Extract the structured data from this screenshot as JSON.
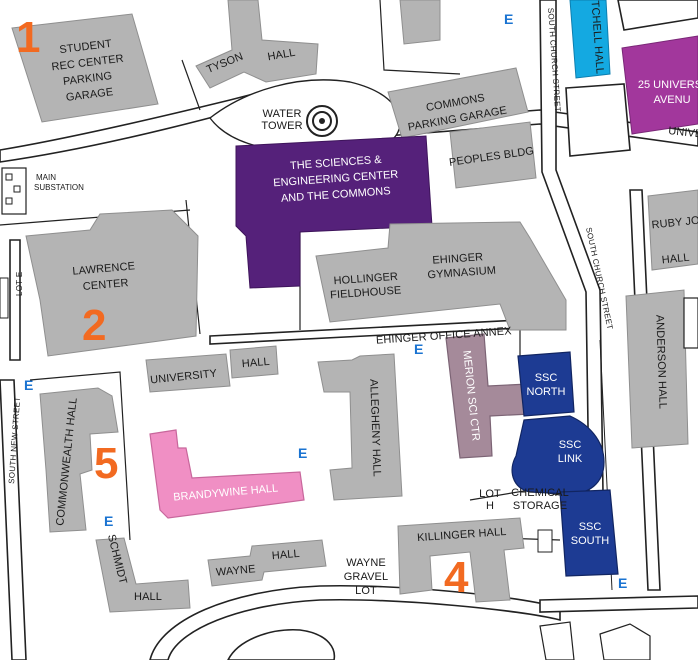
{
  "buildings": {
    "student_rec_parking": [
      "STUDENT",
      "REC CENTER",
      "PARKING",
      "GARAGE"
    ],
    "tyson_hall": [
      "TYSON",
      "HALL"
    ],
    "water_tower": [
      "WATER",
      "TOWER"
    ],
    "commons_garage": [
      "COMMONS",
      "PARKING GARAGE"
    ],
    "mitchell_hall": "ITCHELL HALL",
    "university_avenue_25": [
      "25 UNIVERS",
      "AVENU"
    ],
    "main_substation": [
      "MAIN",
      "SUBSTATION"
    ],
    "sciences_center": [
      "THE SCIENCES &",
      "ENGINEERING CENTER",
      "AND THE COMMONS"
    ],
    "peoples_bldg": "PEOPLES BLDG",
    "ruby_jones": [
      "RUBY JO",
      "HALL"
    ],
    "lawrence_center": [
      "LAWRENCE",
      "CENTER"
    ],
    "hollinger": [
      "HOLLINGER",
      "FIELDHOUSE"
    ],
    "ehinger_gym": [
      "EHINGER",
      "GYMNASIUM"
    ],
    "ehinger_annex": "EHINGER OFFICE ANNEX",
    "lot_e": "LOT E",
    "university_hall": [
      "UNIVERSITY",
      "HALL"
    ],
    "allegheny_hall": "ALLEGHENY HALL",
    "merion": "MERION SCI CTR",
    "ssc_north": [
      "SSC",
      "NORTH"
    ],
    "ssc_link": [
      "SSC",
      "LINK"
    ],
    "ssc_south": [
      "SSC",
      "SOUTH"
    ],
    "anderson_hall": "ANDERSON HALL",
    "commonwealth_hall": "COMMONWEALTH HALL",
    "brandywine_hall": "BRANDYWINE HALL",
    "lot_h": [
      "LOT",
      "H"
    ],
    "chemical_storage": [
      "CHEMICAL",
      "STORAGE"
    ],
    "killinger_hall": "KILLINGER HALL",
    "schmidt_hall": [
      "SCHMIDT",
      "HALL"
    ],
    "wayne_hall": [
      "WAYNE",
      "HALL"
    ],
    "wayne_gravel_lot": [
      "WAYNE",
      "GRAVEL",
      "LOT"
    ]
  },
  "streets": {
    "south_church_1": "SOUTH CHURCH STREET",
    "south_church_2": "SOUTH CHURCH STREET",
    "south_new": "SOUTH NEW STREET",
    "university_ave": "UNIVE"
  },
  "zones": [
    "1",
    "2",
    "4",
    "5"
  ],
  "entrance_marker": "E",
  "colors": {
    "building_gray": "#b4b4b4",
    "sciences_purple": "#55217a",
    "avenue_magenta": "#a2379c",
    "mitchell_cyan": "#14a9e1",
    "brandywine_pink": "#f08fc4",
    "merion_mauve": "#a58a9a",
    "ssc_blue": "#1d3b93",
    "zone_orange": "#f26a21",
    "entrance_blue": "#1a73d1"
  }
}
